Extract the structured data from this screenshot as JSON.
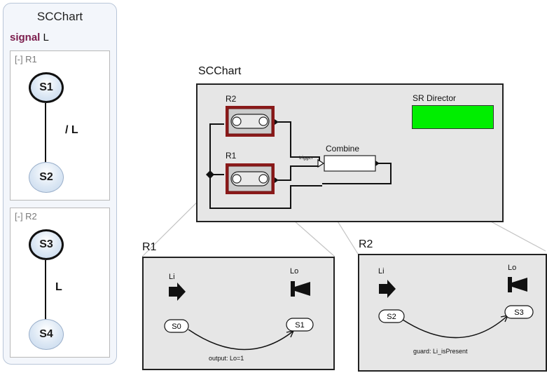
{
  "sc_panel": {
    "title": "SCChart",
    "signal_keyword": "signal",
    "signal_name": "L",
    "regions": [
      {
        "label": "[-] R1",
        "initial_state": "S1",
        "target_state": "S2",
        "transition_label": "/ L"
      },
      {
        "label": "[-] R2",
        "initial_state": "S3",
        "target_state": "S4",
        "transition_label": "L"
      }
    ]
  },
  "model": {
    "title": "SCChart",
    "director_label": "SR Director",
    "director_color": "#00ee00",
    "actor_r2_label": "R2",
    "actor_r1_label": "R1",
    "combine_label": "Combine",
    "trigger_port_label": "trigger"
  },
  "r1_detail": {
    "title": "R1",
    "input_port": "Li",
    "output_port": "Lo",
    "from_state": "S0",
    "to_state": "S1",
    "transition_label": "output: Lo=1"
  },
  "r2_detail": {
    "title": "R2",
    "input_port": "Li",
    "output_port": "Lo",
    "from_state": "S2",
    "to_state": "S3",
    "transition_label": "guard: Li_isPresent"
  },
  "colors": {
    "director_fill": "#00ee00",
    "actor_border": "#8b1a1a",
    "state_fill": "#dbe7f4",
    "signal_keyword": "#7b1c4c"
  }
}
